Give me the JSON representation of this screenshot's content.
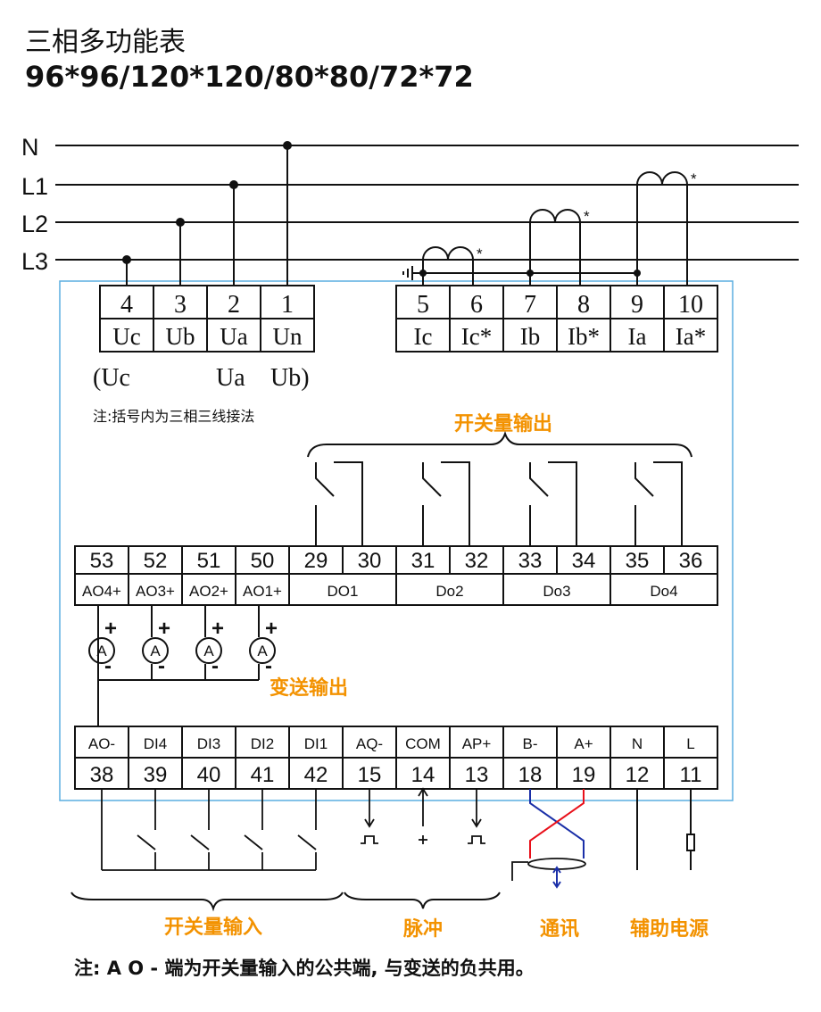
{
  "title": "三相多功能表",
  "sizes": "96*96/120*120/80*80/72*72",
  "lines": [
    "N",
    "L1",
    "L2",
    "L3"
  ],
  "voltage_terminals": [
    {
      "num": "4",
      "sig": "Uc"
    },
    {
      "num": "3",
      "sig": "Ub"
    },
    {
      "num": "2",
      "sig": "Ua"
    },
    {
      "num": "1",
      "sig": "Un"
    }
  ],
  "three_wire_labels": {
    "open": "(Uc",
    "ua": "Ua",
    "ub": "Ub)"
  },
  "three_wire_note": "注:括号内为三相三线接法",
  "current_terminals": [
    {
      "num": "5",
      "sig": "Ic"
    },
    {
      "num": "6",
      "sig": "Ic*"
    },
    {
      "num": "7",
      "sig": "Ib"
    },
    {
      "num": "8",
      "sig": "Ib*"
    },
    {
      "num": "9",
      "sig": "Ia"
    },
    {
      "num": "10",
      "sig": "Ia*"
    }
  ],
  "ct_mark": "*",
  "section_labels": {
    "switch_output": "开关量输出",
    "transmit_output": "变送输出",
    "switch_input": "开关量输入",
    "pulse": "脉冲",
    "comm": "通讯",
    "aux_power": "辅助电源"
  },
  "mid_terminals": {
    "numbers": [
      "53",
      "52",
      "51",
      "50",
      "29",
      "30",
      "31",
      "32",
      "33",
      "34",
      "35",
      "36"
    ],
    "signals": [
      "AO4+",
      "AO3+",
      "AO2+",
      "AO1+",
      "DO1",
      "Do2",
      "Do3",
      "Do4"
    ]
  },
  "meter_symbol": "A",
  "plus_sign": "+",
  "minus_sign": "-",
  "bottom_terminals": {
    "signals": [
      "AO-",
      "DI4",
      "DI3",
      "DI2",
      "DI1",
      "AQ-",
      "COM",
      "AP+",
      "B-",
      "A+",
      "N",
      "L"
    ],
    "numbers": [
      "38",
      "39",
      "40",
      "41",
      "42",
      "15",
      "14",
      "13",
      "18",
      "19",
      "12",
      "11"
    ]
  },
  "footer_note": "注: A O - 端为开关量输入的公共端, 与变送的负共用。",
  "colors": {
    "accent_orange": "#f39200",
    "frame_blue": "#5aaee0",
    "wire_red": "#e8101a",
    "wire_blue": "#1a2fa8"
  }
}
